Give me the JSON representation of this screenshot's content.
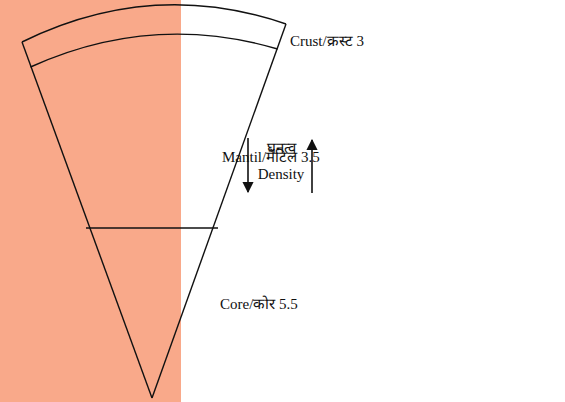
{
  "diagram": {
    "labels": [
      "Crust/क्रस्ट 3",
      "Mantil/मैंटिल 3.5",
      "घनत्व",
      "Density",
      "Core/कोर 5.5"
    ]
  }
}
